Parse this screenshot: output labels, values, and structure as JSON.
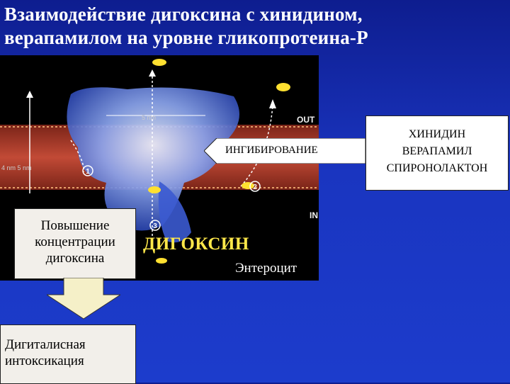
{
  "slide": {
    "title_lines": [
      "Взаимодействие дигоксина с хинидином,",
      "верапамилом на уровне гликопротеина-Р"
    ]
  },
  "figure": {
    "label_out": "OUT",
    "label_in": "IN",
    "label_5nm": "5 nm",
    "label_4nm": "4 nm  5 nm",
    "step_numbers": [
      "1",
      "2",
      "3"
    ]
  },
  "callouts": {
    "inhibition": "ИНГИБИРОВАНИЕ",
    "drugs": [
      "ХИНИДИН",
      "ВЕРАПАМИЛ",
      "СПИРОНОЛАКТОН"
    ],
    "concentration_lines": [
      "Повышение",
      "концентрации",
      "дигоксина"
    ],
    "toxicity_lines": [
      "Дигиталисная",
      "интоксикация"
    ],
    "digoxin": "ДИГОКСИН",
    "enterocyte": "Энтероцит"
  },
  "colors": {
    "background": "#1a35c0",
    "title": "#ffffff",
    "digoxin": "#ffe84a",
    "arrow_fill": "#f5f0c8",
    "membrane": "#a33a2c"
  }
}
